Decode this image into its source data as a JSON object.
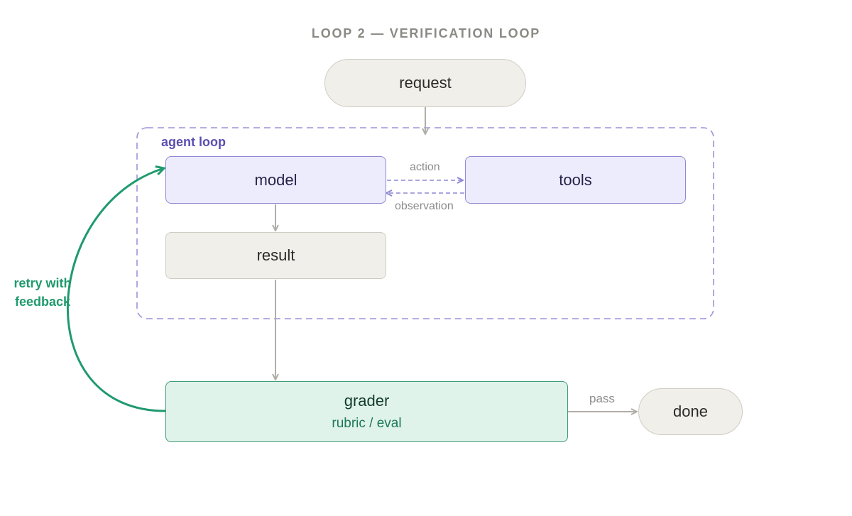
{
  "title": "LOOP 2 — VERIFICATION LOOP",
  "nodes": {
    "request": "request",
    "model": "model",
    "tools": "tools",
    "result": "result",
    "grader": "grader",
    "grader_sub": "rubric / eval",
    "done": "done"
  },
  "group_label": "agent loop",
  "edge_labels": {
    "action": "action",
    "observation": "observation",
    "pass": "pass",
    "retry": "retry with feedback"
  },
  "colors": {
    "agent_group": "#9b94d8",
    "agent_fill": "#ececfc",
    "neutral_fill": "#f1efe9",
    "grader_fill": "#e0f3eb",
    "retry_arrow": "#1f9a6e",
    "arrow": "#b0aea8"
  }
}
